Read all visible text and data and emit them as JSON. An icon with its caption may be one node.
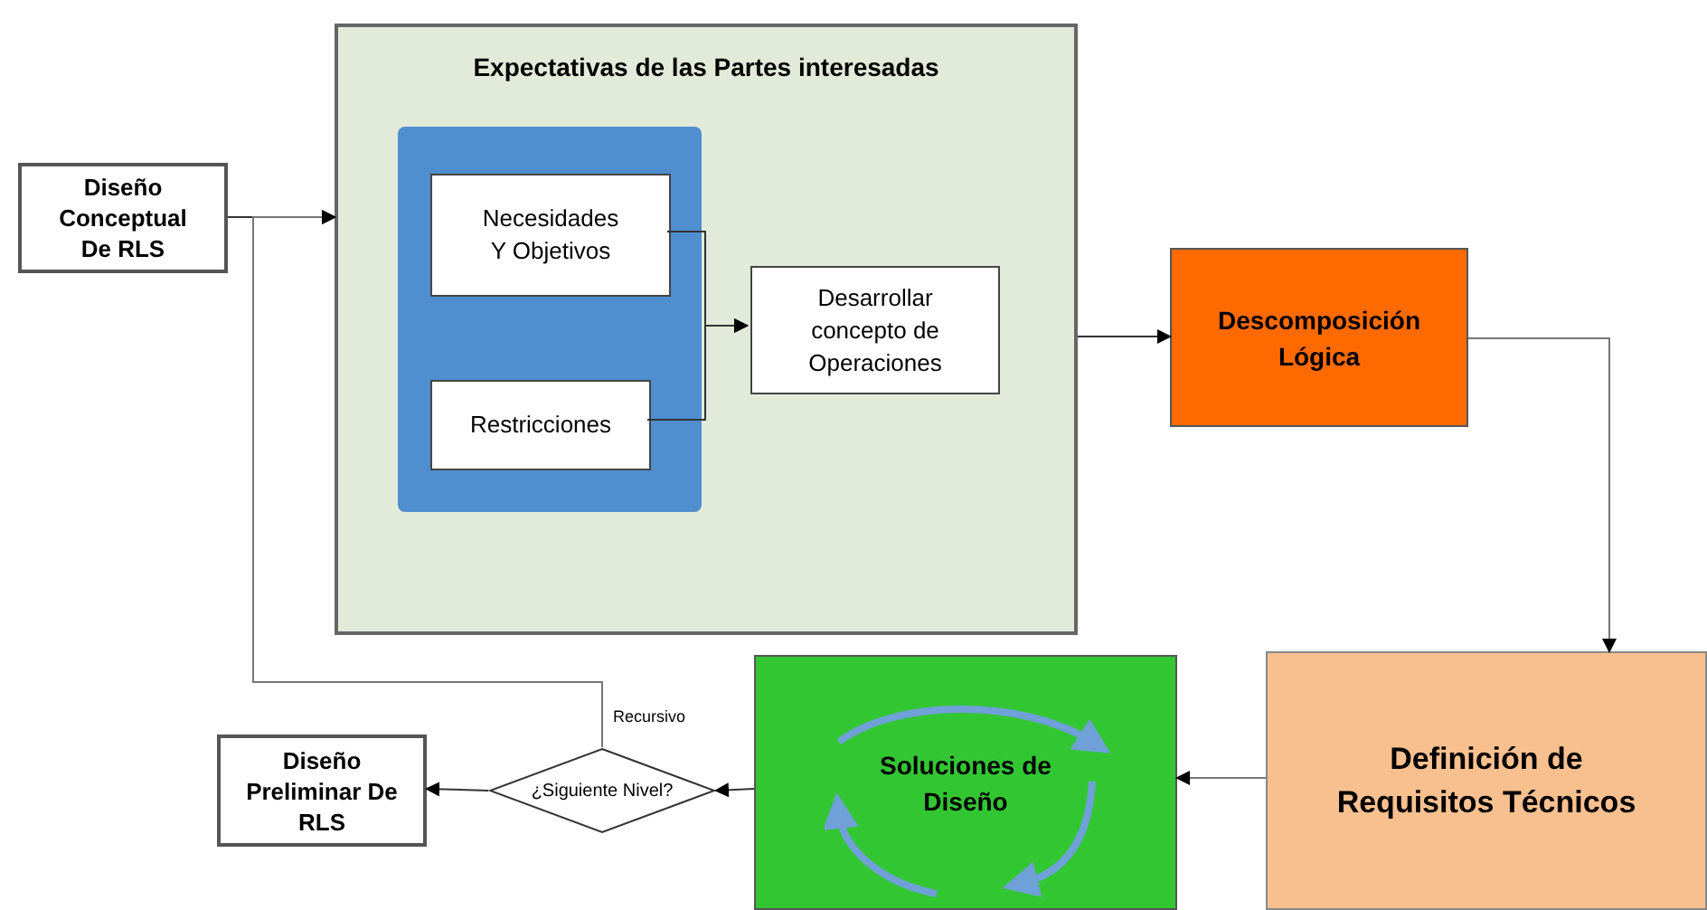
{
  "diagram": {
    "nodes": [
      {
        "text": [
          "Diseño Conceptual De RLS"
        ]
      },
      {
        "text": [
          "Expectativas de las Partes interesadas"
        ]
      },
      {
        "text": [],
        "shape": "box",
        "in": 1
      },
      {
        "text": [
          "Necesidades Y Objetivos"
        ],
        "in": 2
      },
      {
        "text": [
          "Restricciones"
        ],
        "in": 2
      },
      {
        "text": [
          "Desarrollar concepto de Operaciones"
        ],
        "in": 1
      },
      {
        "text": [
          "Descomposición Lógica"
        ]
      },
      {
        "text": [
          "Definición de Requisitos Técnicos"
        ]
      },
      {
        "text": [
          "Soluciones de Diseño"
        ]
      },
      {
        "text": [
          "¿Siguiente Nivel?"
        ]
      },
      {
        "text": [
          "Diseño Preliminar De RLS"
        ]
      }
    ],
    "edges": [
      {
        "from": 0,
        "to": 1,
        "arrow": "to"
      },
      {
        "from": 3,
        "to": 5,
        "arrow": "to"
      },
      {
        "from": 4,
        "to": 5,
        "arrow": "to"
      },
      {
        "from": 1,
        "to": 6,
        "arrow": "to"
      },
      {
        "from": 6,
        "to": 7,
        "arrow": "to"
      },
      {
        "from": 7,
        "to": 8,
        "arrow": "to"
      },
      {
        "from": 8,
        "to": 9,
        "arrow": "to"
      },
      {
        "from": 9,
        "to": 10,
        "arrow": "to"
      },
      {
        "from": 9,
        "to": 1,
        "arrow": "to",
        "label": "Recursivo"
      }
    ]
  }
}
